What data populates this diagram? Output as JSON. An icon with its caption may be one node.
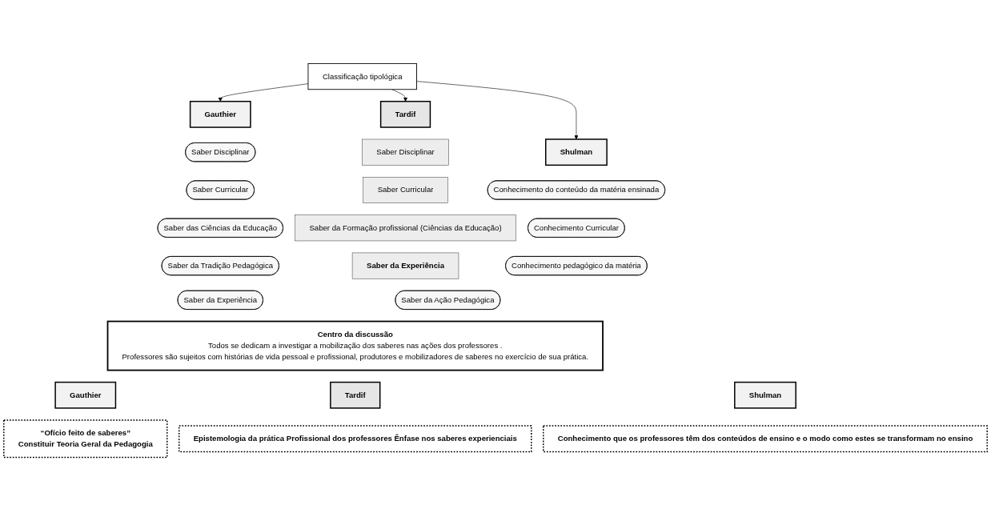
{
  "diagram": {
    "nodes": [
      {
        "text": [
          "Classificação tipológica"
        ]
      },
      {
        "text": [
          "Gauthier"
        ]
      },
      {
        "text": [
          "Tardif"
        ]
      },
      {
        "text": [
          "Shulman"
        ]
      },
      {
        "text": [
          "Saber Disciplinar"
        ]
      },
      {
        "text": [
          "Saber Disciplinar"
        ]
      },
      {
        "text": [
          "Conhecimento do conteúdo da matéria ensinada"
        ]
      },
      {
        "text": [
          "Saber Curricular"
        ]
      },
      {
        "text": [
          "Saber Curricular"
        ]
      },
      {
        "text": [
          "Conhecimento Curricular"
        ]
      },
      {
        "text": [
          "Saber das Ciências da Educação"
        ]
      },
      {
        "text": [
          "Saber da Formação profissional (Ciências da Educação)"
        ]
      },
      {
        "text": [
          "Conhecimento pedagógico da matéria"
        ]
      },
      {
        "text": [
          "Saber da Tradição Pedagógica"
        ]
      },
      {
        "text": [
          "Saber da Experiência"
        ]
      },
      {
        "text": [
          "Saber da Experiência"
        ]
      },
      {
        "text": [
          "Saber da Ação Pedagógica"
        ]
      },
      {
        "text": [
          "Centro da discussão",
          "Todos se dedicam a investigar a mobilização dos saberes nas ações dos professores .",
          "Professores são sujeitos com histórias de vida pessoal e profissional, produtores e mobilizadores de saberes no exercício de sua prática."
        ]
      },
      {
        "text": [
          "Gauthier"
        ]
      },
      {
        "text": [
          "Tardif"
        ]
      },
      {
        "text": [
          "Shulman"
        ]
      },
      {
        "text": [
          "“Ofício feito de saberes”",
          "Constituir Teoria Geral da Pedagogia"
        ]
      },
      {
        "text": [
          "Epistemologia da prática Profissional dos professores Ênfase nos saberes experienciais"
        ]
      },
      {
        "text": [
          "Conhecimento que os professores têm dos conteúdos de ensino e o modo como estes se transformam no ensino"
        ]
      }
    ],
    "edges": [
      {
        "from": 0,
        "to": 1,
        "arrow": "to"
      },
      {
        "from": 0,
        "to": 2,
        "arrow": "to"
      },
      {
        "from": 0,
        "to": 3,
        "arrow": "to"
      }
    ]
  }
}
